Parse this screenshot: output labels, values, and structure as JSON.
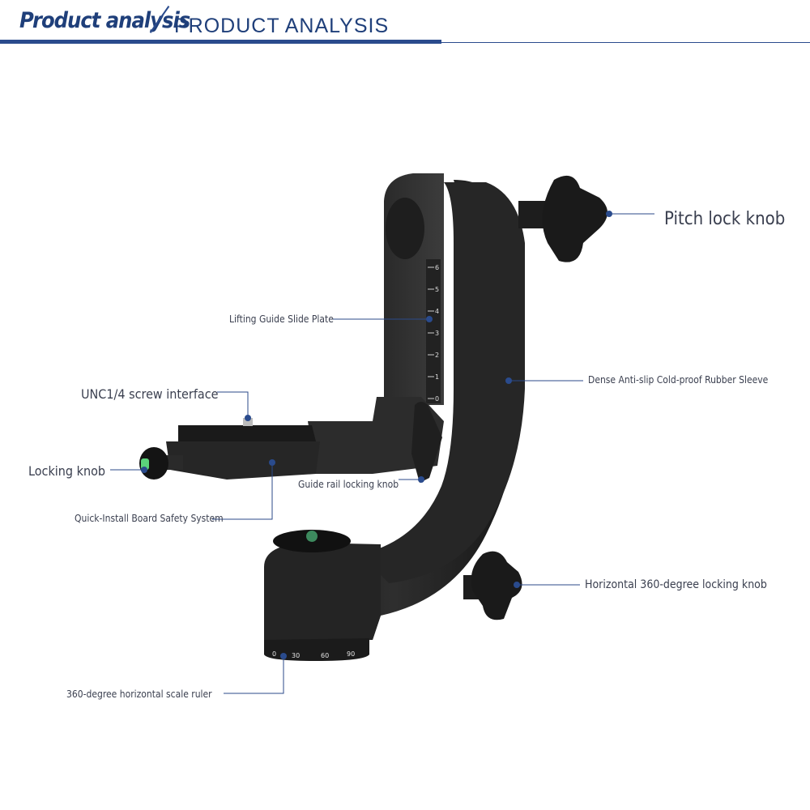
{
  "header": {
    "title_script": "Product analysis",
    "title_caps": "PRODUCT ANALYSIS",
    "accent_color": "#2a4b8d"
  },
  "labels": {
    "pitch_lock_knob": "Pitch lock knob",
    "lifting_guide_slide_plate": "Lifting Guide Slide Plate",
    "rubber_sleeve": "Dense Anti-slip Cold-proof Rubber Sleeve",
    "unc_screw": "UNC1/4 screw interface",
    "locking_knob": "Locking knob",
    "guide_rail_locking_knob": "Guide rail locking knob",
    "quick_install_safety": "Quick-Install Board Safety System",
    "horizontal_locking_knob": "Horizontal 360-degree locking knob",
    "horizontal_scale_ruler": "360-degree horizontal scale ruler"
  },
  "scales": {
    "vertical": [
      "6",
      "5",
      "4",
      "3",
      "2",
      "1",
      "0"
    ],
    "horizontal": [
      "0",
      "30",
      "60",
      "90"
    ]
  }
}
